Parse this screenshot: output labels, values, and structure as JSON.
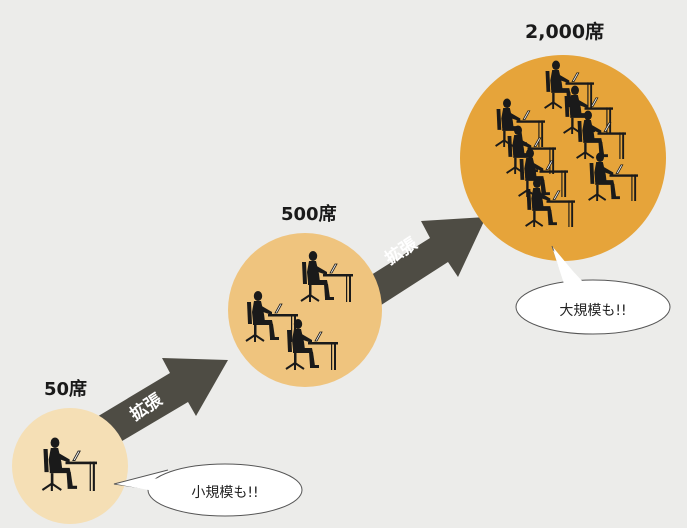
{
  "stages": {
    "small": {
      "seats_label": "50席",
      "bubble_text": "小規模も!!"
    },
    "medium": {
      "seats_label": "500席"
    },
    "large": {
      "seats_label": "2,000席",
      "bubble_text": "大規模も!!"
    }
  },
  "arrows": {
    "first": {
      "label": "拡張"
    },
    "second": {
      "label": "拡張"
    }
  },
  "colors": {
    "background": "#ececea",
    "small_circle": "#f5dfb5",
    "medium_circle": "#efc47e",
    "large_circle": "#e6a43a",
    "arrow": "#4e4c44",
    "figure": "#1a1a1a"
  },
  "icons": {
    "worker": "office-worker-at-desk-icon"
  }
}
